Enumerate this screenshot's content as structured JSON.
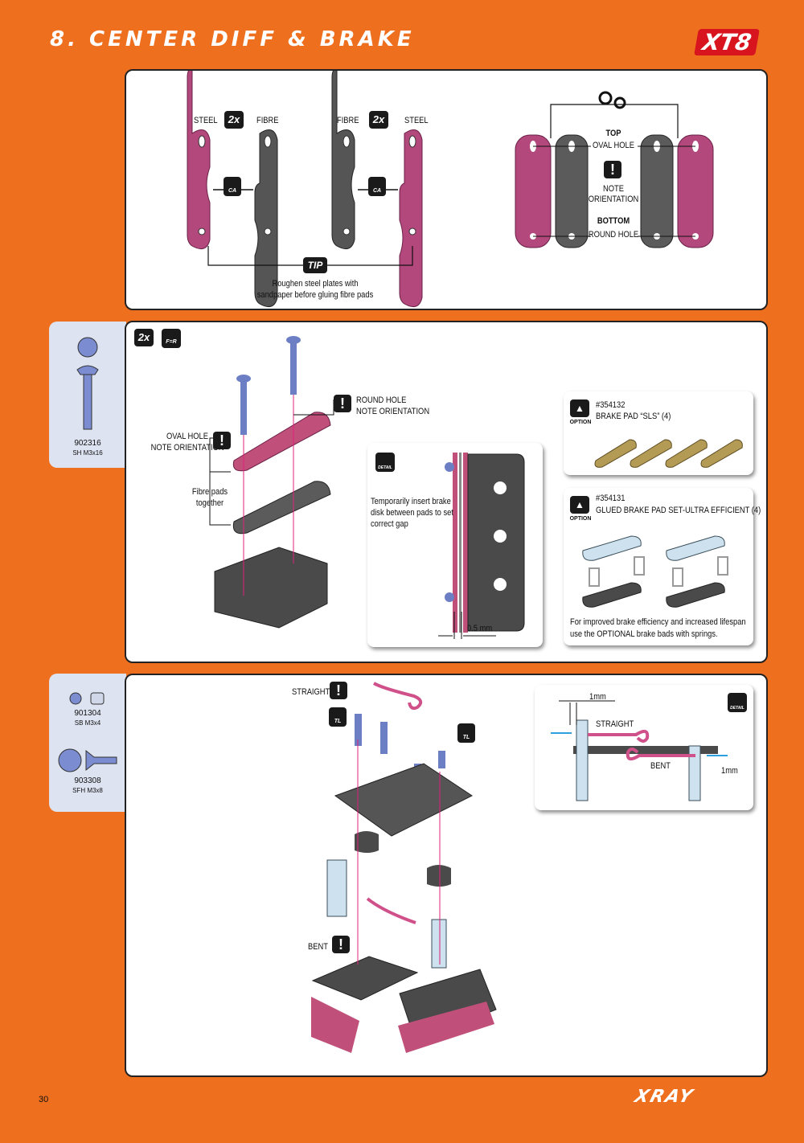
{
  "header": {
    "title": "8. CENTER DIFF & BRAKE",
    "model_logo": "XT8"
  },
  "step1": {
    "left_pair": {
      "left_label": "STEEL",
      "qty": "2x",
      "right_label": "FIBRE",
      "glue_badge": "CA"
    },
    "right_pair": {
      "left_label": "FIBRE",
      "qty": "2x",
      "right_label": "STEEL",
      "glue_badge": "CA"
    },
    "tip_badge": "TIP",
    "tip_text_line1": "Roughen steel plates with",
    "tip_text_line2": "sandpaper before gluing fibre pads",
    "orientation": {
      "top_label": "TOP",
      "top_sub": "OVAL HOLE",
      "note_line1": "NOTE",
      "note_line2": "ORIENTATION",
      "bottom_label": "BOTTOM",
      "bottom_sub": "ROUND HOLE"
    }
  },
  "step2": {
    "sidebar": {
      "part_number": "902316",
      "part_desc": "SH M3x16"
    },
    "qty": "2x",
    "mirror_badge": "F=R",
    "round_hole_line1": "ROUND HOLE",
    "round_hole_line2": "NOTE ORIENTATION",
    "oval_hole_line1": "OVAL HOLE",
    "oval_hole_line2": "NOTE ORIENTATION",
    "fibre_line1": "Fibre pads",
    "fibre_line2": "together",
    "detail": {
      "badge": "DETAIL",
      "text_line1": "Temporarily insert brake",
      "text_line2": "disk between pads to set",
      "text_line3": "correct gap",
      "gap": "0.5 mm"
    },
    "option1": {
      "badge": "OPTION",
      "part": "#354132",
      "desc": "BRAKE PAD “SLS” (4)"
    },
    "option2": {
      "badge": "OPTION",
      "part": "#354131",
      "desc": "GLUED BRAKE PAD SET-ULTRA EFFICIENT (4)",
      "note_line1": "For improved brake efficiency and increased lifespan",
      "note_line2": "use the OPTIONAL brake bads with springs."
    }
  },
  "step3": {
    "sidebar": [
      {
        "part_number": "901304",
        "part_desc": "SB M3x4"
      },
      {
        "part_number": "903308",
        "part_desc": "SFH M3x8"
      }
    ],
    "straight_label": "STRAIGHT",
    "bent_label": "BENT",
    "threadlock_badge": "TL",
    "detail": {
      "badge": "DETAIL",
      "gap_top": "1mm",
      "straight": "STRAIGHT",
      "bent": "BENT",
      "gap_right": "1mm"
    }
  },
  "footer": {
    "page_number": "30",
    "brand": "XRAY"
  },
  "colors": {
    "background": "#ee6f1e",
    "fibre_pad": "#c0507a",
    "steel": "#5a5a5a",
    "screw": "#6d7fc4",
    "guide_line": "#e0207a"
  }
}
